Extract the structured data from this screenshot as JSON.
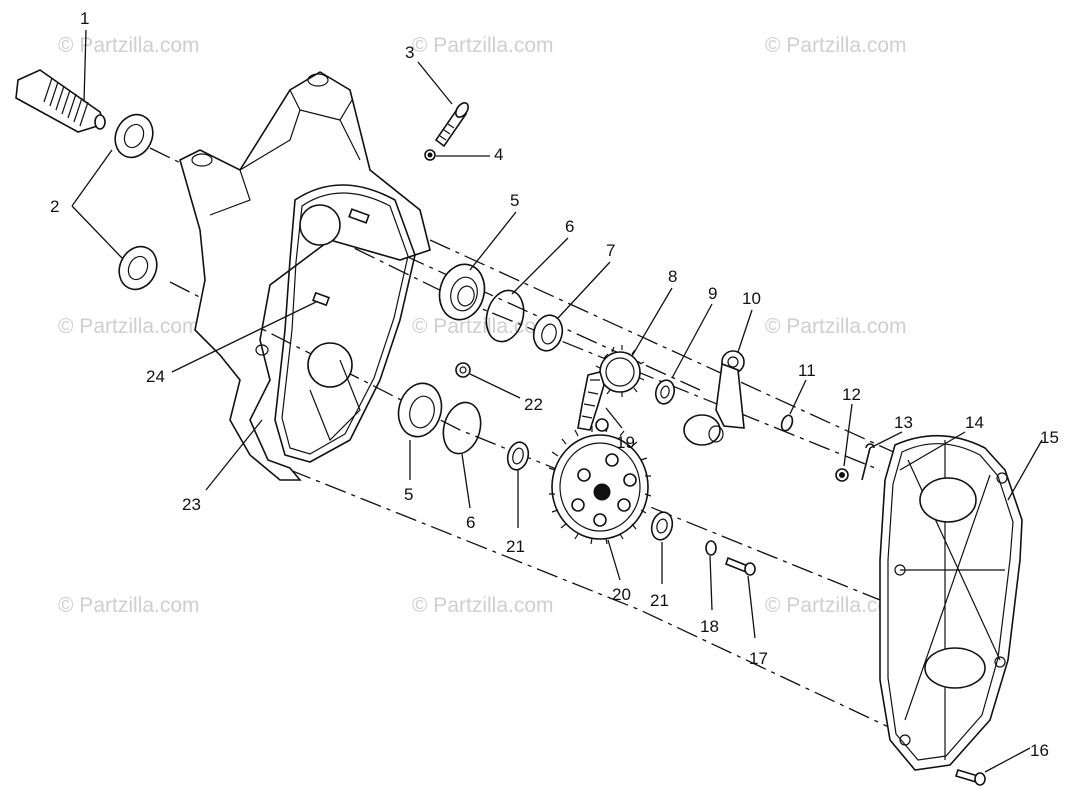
{
  "watermark": {
    "text": "© Partzilla.com"
  },
  "labels": [
    {
      "id": "label-1",
      "text": "1"
    },
    {
      "id": "label-2",
      "text": "2"
    },
    {
      "id": "label-3",
      "text": "3"
    },
    {
      "id": "label-4",
      "text": "4"
    },
    {
      "id": "label-5a",
      "text": "5"
    },
    {
      "id": "label-6a",
      "text": "6"
    },
    {
      "id": "label-7",
      "text": "7"
    },
    {
      "id": "label-8",
      "text": "8"
    },
    {
      "id": "label-9",
      "text": "9"
    },
    {
      "id": "label-10",
      "text": "10"
    },
    {
      "id": "label-11",
      "text": "11"
    },
    {
      "id": "label-12",
      "text": "12"
    },
    {
      "id": "label-13",
      "text": "13"
    },
    {
      "id": "label-14",
      "text": "14"
    },
    {
      "id": "label-15",
      "text": "15"
    },
    {
      "id": "label-16",
      "text": "16"
    },
    {
      "id": "label-17",
      "text": "17"
    },
    {
      "id": "label-18",
      "text": "18"
    },
    {
      "id": "label-19",
      "text": "19"
    },
    {
      "id": "label-20",
      "text": "20"
    },
    {
      "id": "label-21a",
      "text": "21"
    },
    {
      "id": "label-21b",
      "text": "21"
    },
    {
      "id": "label-22",
      "text": "22"
    },
    {
      "id": "label-23",
      "text": "23"
    },
    {
      "id": "label-24",
      "text": "24"
    },
    {
      "id": "label-5b",
      "text": "5"
    },
    {
      "id": "label-6b",
      "text": "6"
    }
  ]
}
